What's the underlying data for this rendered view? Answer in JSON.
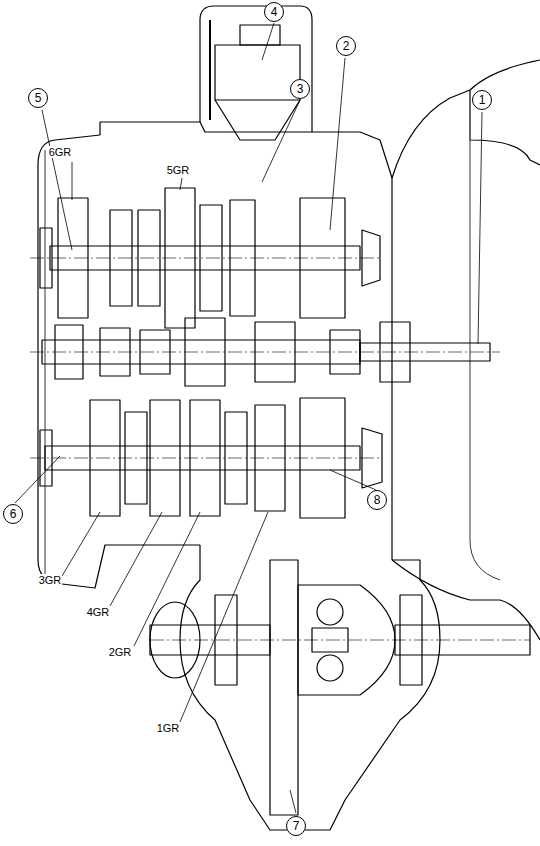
{
  "diagram": {
    "nodes": [
      {
        "text": [
          "4"
        ]
      },
      {
        "text": [
          "3"
        ]
      },
      {
        "text": [
          "2"
        ]
      },
      {
        "text": [
          "5"
        ]
      },
      {
        "text": [
          "1"
        ]
      },
      {
        "text": [
          "6"
        ]
      },
      {
        "text": [
          "8"
        ]
      },
      {
        "text": [
          "7"
        ]
      }
    ],
    "labels": [
      "6GR",
      "5GR",
      "3GR",
      "4GR",
      "2GR",
      "1GR"
    ]
  }
}
